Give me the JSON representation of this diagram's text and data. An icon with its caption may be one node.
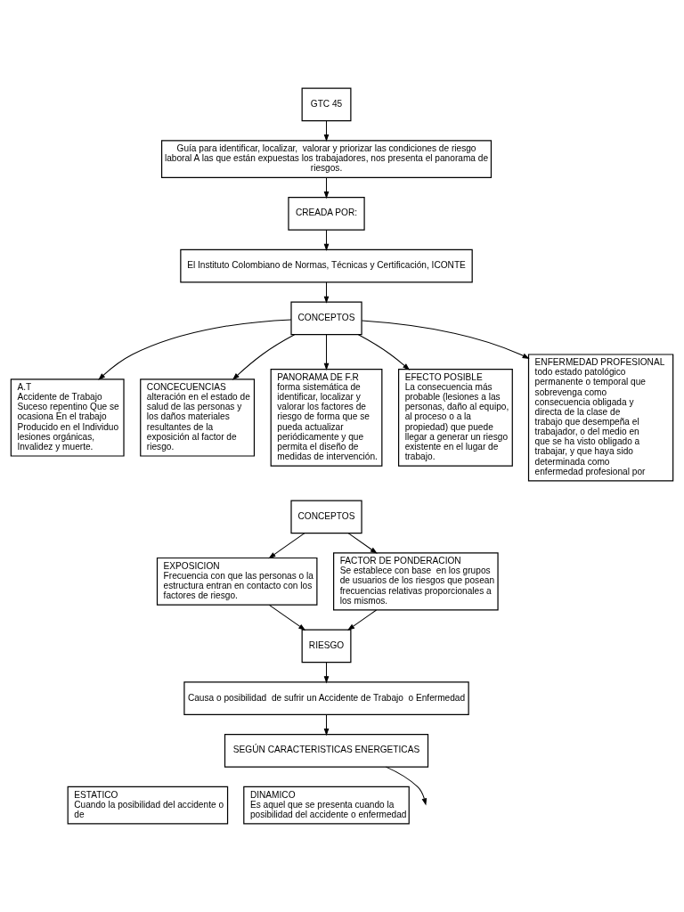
{
  "diagram": {
    "nodes": [
      {
        "text": [
          "GTC 45"
        ]
      },
      {
        "text": [
          "Guía para identificar, localizar,  valorar y priorizar las condiciones de riesgo laboral A las que están expuestas los trabajadores, nos presenta el panorama de riesgos."
        ]
      },
      {
        "text": [
          "CREADA POR:"
        ]
      },
      {
        "text": [
          "El Instituto Colombiano de Normas, Técnicas y Certificación, ICONTE"
        ]
      },
      {
        "text": [
          "CONCEPTOS"
        ]
      },
      {
        "text": [
          "A.T",
          "Accidente de Trabajo Suceso repentino Que se ocasiona En el trabajo Producido en el Individuo lesiones orgánicas, Invalidez y muerte."
        ]
      },
      {
        "text": [
          "CONCECUENCIAS",
          "alteración en el estado de salud de las personas y los daños materiales resultantes de la exposición al factor de riesgo."
        ]
      },
      {
        "text": [
          "PANORAMA DE F.R",
          "forma sistemática de identificar, localizar y valorar los factores de riesgo de forma que se pueda actualizar periódicamente y que permita el diseño de medidas de intervención."
        ]
      },
      {
        "text": [
          "EFECTO POSIBLE",
          "La consecuencia más probable (lesiones a las personas, daño al equipo, al proceso o a la propiedad) que puede llegar a generar un riesgo existente en el lugar de trabajo."
        ]
      },
      {
        "text": [
          "ENFERMEDAD PROFESIONAL",
          "todo estado patológico permanente o temporal que sobrevenga como consecuencia obligada y directa de la clase de trabajo que desempeña el trabajador, o del medio en que se ha visto obligado a trabajar, y que haya sido determinada como enfermedad profesional por"
        ]
      },
      {
        "text": [
          "CONCEPTOS"
        ]
      },
      {
        "text": [
          "EXPOSICION",
          "Frecuencia con que las personas o la estructura entran en contacto con los factores de riesgo."
        ]
      },
      {
        "text": [
          "FACTOR DE PONDERACION",
          "Se establece con base  en los grupos de usuarios de los riesgos que posean frecuencias relativas proporcionales a los mismos."
        ]
      },
      {
        "text": [
          "RIESGO"
        ]
      },
      {
        "text": [
          "Causa o posibilidad  de sufrir un Accidente de Trabajo  o Enfermedad"
        ]
      },
      {
        "text": [
          "SEGÚN CARACTERISTICAS ENERGETICAS"
        ]
      },
      {
        "text": [
          "ESTATICO",
          "Cuando la posibilidad del accidente o de"
        ]
      },
      {
        "text": [
          "DINAMICO",
          "Es aquel que se presenta cuando la posibilidad del accidente o enfermedad"
        ]
      }
    ],
    "edges": [
      {
        "from": 0,
        "to": 1,
        "arrow": "to"
      },
      {
        "from": 1,
        "to": 2,
        "arrow": "to"
      },
      {
        "from": 2,
        "to": 3,
        "arrow": "to"
      },
      {
        "from": 3,
        "to": 4,
        "arrow": "to"
      },
      {
        "from": 4,
        "to": 5,
        "arrow": "to"
      },
      {
        "from": 4,
        "to": 6,
        "arrow": "to"
      },
      {
        "from": 4,
        "to": 7,
        "arrow": "to"
      },
      {
        "from": 4,
        "to": 8,
        "arrow": "to"
      },
      {
        "from": 4,
        "to": 9,
        "arrow": "to"
      },
      {
        "from": 10,
        "to": 11,
        "arrow": "to"
      },
      {
        "from": 10,
        "to": 12,
        "arrow": "to"
      },
      {
        "from": 11,
        "to": 13,
        "arrow": "to"
      },
      {
        "from": 12,
        "to": 13,
        "arrow": "to"
      },
      {
        "from": 13,
        "to": 14,
        "arrow": "to"
      },
      {
        "from": 14,
        "to": 15,
        "arrow": "to"
      },
      {
        "from": 15,
        "to": null,
        "arrow": "to"
      }
    ]
  }
}
